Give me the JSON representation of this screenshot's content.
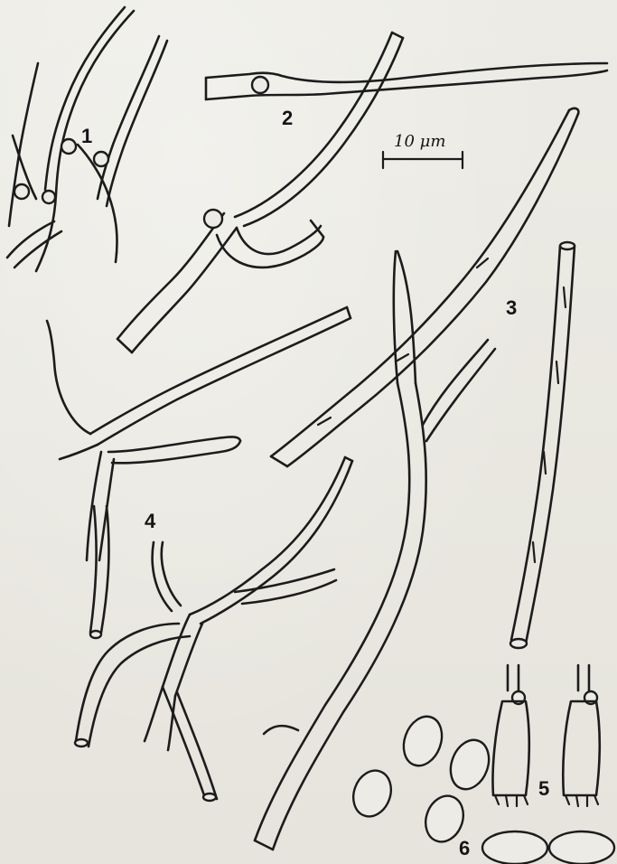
{
  "figure": {
    "labels": [
      "1",
      "2",
      "3",
      "4",
      "5",
      "6"
    ],
    "scale_bar": {
      "text": "10 μm"
    },
    "colors": {
      "ink": "#1c1c1c",
      "paper": "#e9e7e0"
    }
  }
}
